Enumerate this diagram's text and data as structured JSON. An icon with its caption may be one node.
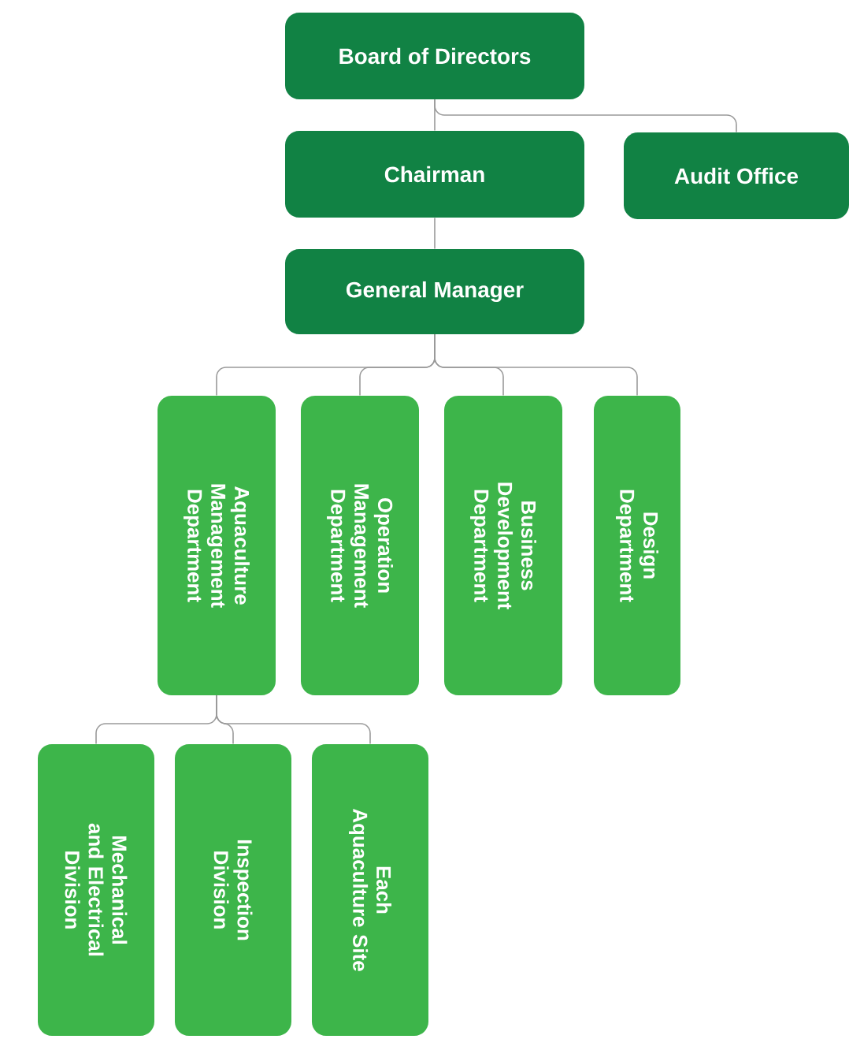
{
  "diagram": {
    "nodes": [
      {
        "text": [
          "Board of Directors"
        ]
      },
      {
        "text": [
          "Chairman"
        ]
      },
      {
        "text": [
          "Audit Office"
        ]
      },
      {
        "text": [
          "General Manager"
        ]
      },
      {
        "text": [
          "Aquaculture Management Department"
        ]
      },
      {
        "text": [
          "Operation Management Department"
        ]
      },
      {
        "text": [
          "Business Development Department"
        ]
      },
      {
        "text": [
          "Design Department"
        ]
      },
      {
        "text": [
          "Mechanical and Electrical Division"
        ]
      },
      {
        "text": [
          "Inspection Division"
        ]
      },
      {
        "text": [
          "Each Aquaculture Site"
        ]
      }
    ],
    "edges": [
      {
        "from": 0,
        "to": 1,
        "arrow": "none"
      },
      {
        "from": 0,
        "to": 2,
        "arrow": "none"
      },
      {
        "from": 1,
        "to": 3,
        "arrow": "none"
      },
      {
        "from": 3,
        "to": 4,
        "arrow": "none"
      },
      {
        "from": 3,
        "to": 5,
        "arrow": "none"
      },
      {
        "from": 3,
        "to": 6,
        "arrow": "none"
      },
      {
        "from": 3,
        "to": 7,
        "arrow": "none"
      },
      {
        "from": 4,
        "to": 8,
        "arrow": "none"
      },
      {
        "from": 4,
        "to": 9,
        "arrow": "none"
      },
      {
        "from": 4,
        "to": 10,
        "arrow": "none"
      }
    ]
  }
}
